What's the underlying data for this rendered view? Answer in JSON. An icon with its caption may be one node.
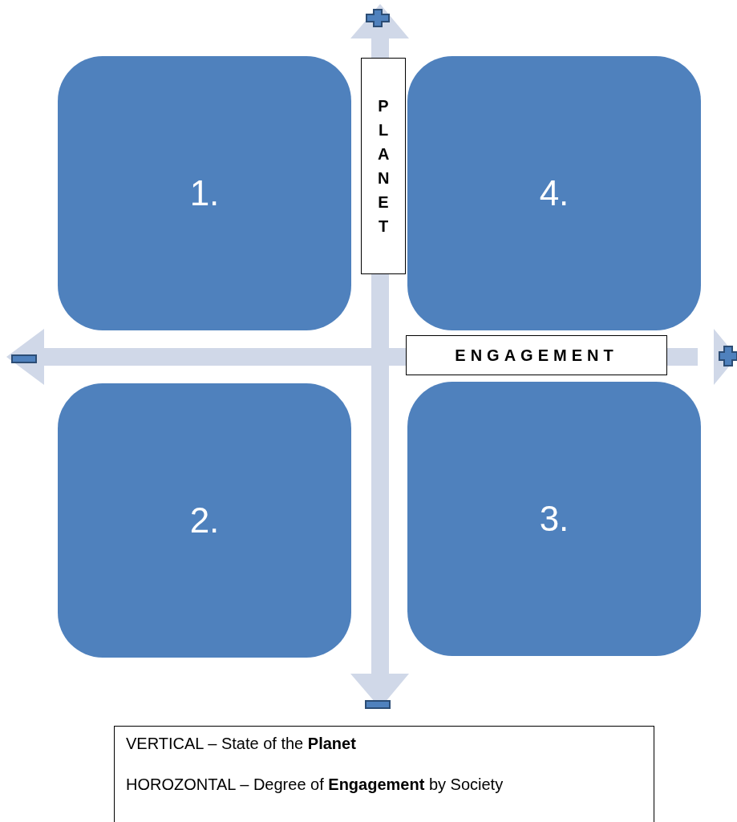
{
  "diagram": {
    "nodes": [
      {
        "text": [
          "1."
        ]
      },
      {
        "text": [
          "PLANET"
        ]
      },
      {
        "text": [
          "4."
        ]
      },
      {
        "text": [
          "ENGAGEMENT"
        ]
      },
      {
        "text": [
          "2."
        ]
      },
      {
        "text": [
          "3."
        ]
      },
      {
        "text": [
          "VERTICAL – State of the **Planet**",
          "HOROZONTAL – Degree of **Engagement** by Society"
        ]
      }
    ],
    "edges": []
  }
}
